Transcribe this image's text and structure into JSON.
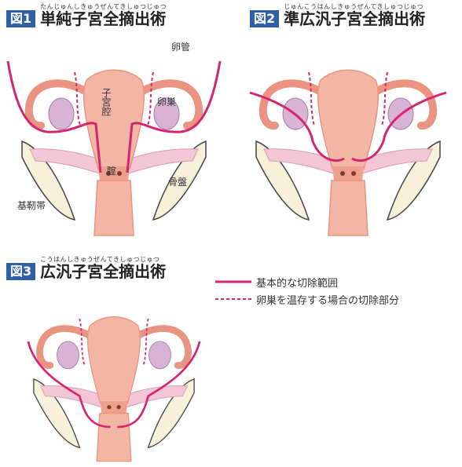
{
  "figures": [
    {
      "badge": "図1",
      "ruby": "たんじゅんしきゅうぜんてきしゅつじゅつ",
      "title": "単純子宮全摘出術"
    },
    {
      "badge": "図2",
      "ruby": "じゅんこうはんしきゅうぜんてきしゅつじゅつ",
      "title": "準広汎子宮全摘出術"
    },
    {
      "badge": "図3",
      "ruby": "こうはんしきゅうぜんてきしゅつじゅつ",
      "title": "広汎子宮全摘出術"
    }
  ],
  "labels": {
    "tube": "卵管",
    "uterus_cavity": "子宮腔",
    "ovary": "卵巣",
    "vagina": "腟",
    "pelvis": "骨盤",
    "ligament": "基靭帯"
  },
  "legend": [
    {
      "style": "solid",
      "text": "基本的な切除範囲"
    },
    {
      "style": "dashed",
      "text": "卵巣を温存する場合の切除部分"
    }
  ],
  "colors": {
    "badge": "#2f5fa8",
    "cut_line": "#d6256f",
    "organ": "#f4b6a4",
    "organ_dark": "#e99380",
    "ligament": "#f2c6d4",
    "bone": "#f6f1d8",
    "ovary": "#d9b3d6"
  }
}
